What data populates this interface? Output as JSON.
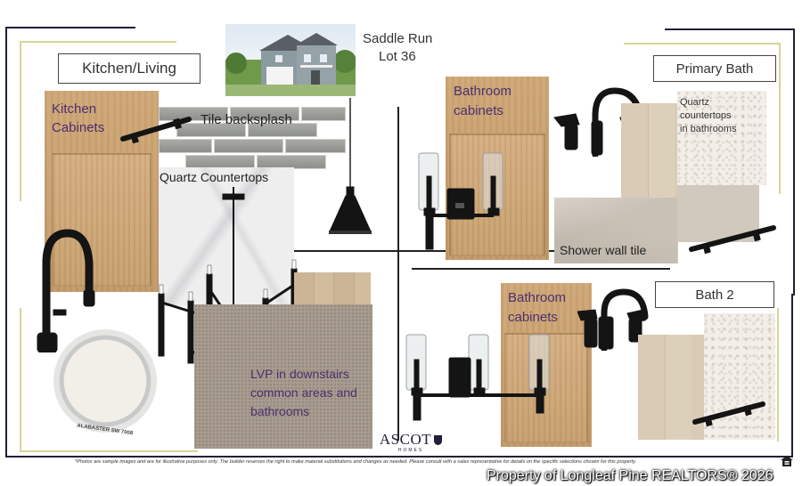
{
  "title": {
    "line1": "Saddle Run",
    "line2": "Lot 36"
  },
  "sections": {
    "kitchen": "Kitchen/Living",
    "primary_bath": "Primary Bath",
    "bath2": "Bath 2"
  },
  "labels": {
    "kitchen_cabinets": [
      "Kitchen",
      "Cabinets"
    ],
    "tile_backsplash": "Tile backsplash",
    "quartz_countertops": "Quartz Countertops",
    "lvp": [
      "LVP in downstairs",
      "common areas and",
      "bathrooms"
    ],
    "primary_bath_cabinets": [
      "Bathroom",
      "cabinets"
    ],
    "quartz_bath": [
      "Quartz",
      "countertops",
      "in bathrooms"
    ],
    "shower_tile": "Shower wall tile",
    "bath2_cabinets": [
      "Bathroom",
      "cabinets"
    ],
    "paint": "ALABASTER SW 7008"
  },
  "brand": {
    "name": "ASCOT",
    "sub": "HOMES"
  },
  "disclaimer": "*Photos are sample images and are for illustrative purposes only. The builder reserves the right to make material substitutions and changes as needed. Please consult with a sales representative for details on the specific selections chosen for this property.",
  "watermark": "Property of Longleaf Pine REALTORS® 2026",
  "colors": {
    "navy": "#1f1f3a",
    "gold": "#d8d49a",
    "purple": "#4a2f6e"
  }
}
